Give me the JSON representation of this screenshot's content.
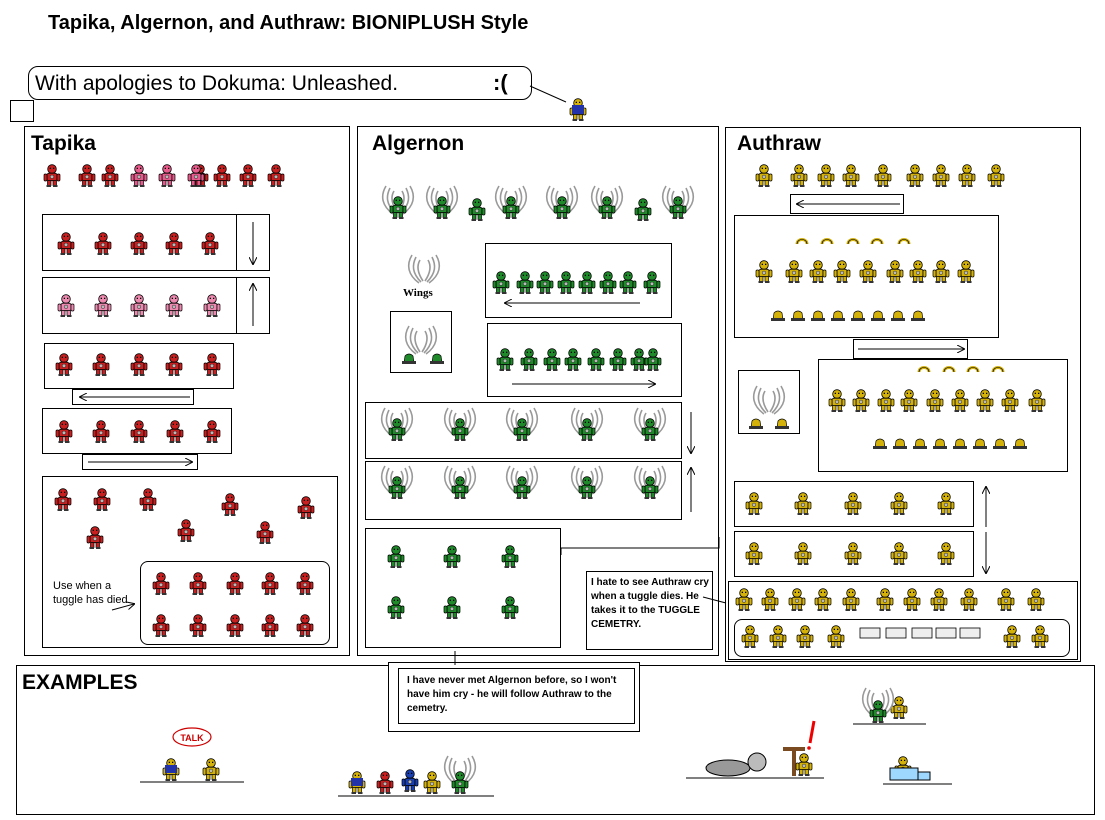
{
  "page": {
    "title": "Tapika, Algernon, and Authraw: BIONIPLUSH Style",
    "apology": "With apologies to Dokuma: Unleashed.",
    "apology_face": ":("
  },
  "panels": {
    "tapika": {
      "title": "Tapika",
      "note": "Use when a tuggle has died",
      "color": "#c82020"
    },
    "algernon": {
      "title": "Algernon",
      "wings_label": "Wings",
      "color": "#1f8a2a"
    },
    "authraw": {
      "title": "Authraw",
      "color": "#d4b20a"
    }
  },
  "notes": {
    "authraw_cry": "I hate to see Authraw cry when a tuggle dies. He takes it to the TUGGLE CEMETRY.",
    "algernon_cry": "I have never met Algernon before, so I won't have him cry - he will follow Authraw to the cemetry."
  },
  "examples": {
    "title": "EXAMPLES",
    "talk_bubble": "TALK"
  },
  "icons": [
    "sprite-icon",
    "arrow-icon",
    "wing-icon",
    "sad-face-icon"
  ]
}
